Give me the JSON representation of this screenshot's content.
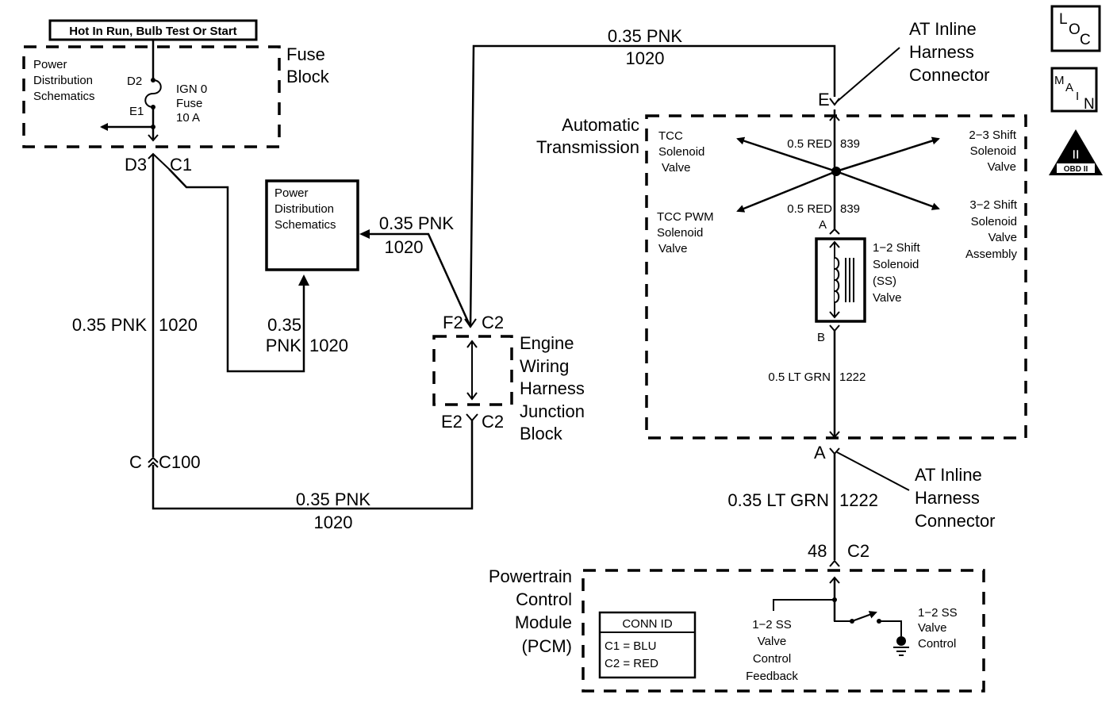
{
  "diagram": {
    "header_label": "Hot In Run, Bulb Test Or Start",
    "fuse_block": {
      "title_line1": "Fuse",
      "title_line2": "Block",
      "pds_line1": "Power",
      "pds_line2": "Distribution",
      "pds_line3": "Schematics",
      "pin_in": "D2",
      "pin_out": "E1",
      "fuse_line1": "IGN 0",
      "fuse_line2": "Fuse",
      "fuse_line3": "10 A",
      "conn_pin": "D3",
      "conn_id": "C1"
    },
    "pds_box": {
      "line1": "Power",
      "line2": "Distribution",
      "line3": "Schematics"
    },
    "wires": {
      "left_vertical": {
        "gauge_color": "0.35 PNK",
        "circuit": "1020"
      },
      "pds_feed": {
        "gauge": "0.35",
        "color": "PNK",
        "circuit": "1020"
      },
      "pds_diag": {
        "gauge_color": "0.35 PNK",
        "circuit": "1020"
      },
      "top_run": {
        "gauge_color": "0.35 PNK",
        "circuit": "1020"
      },
      "bottom_run": {
        "gauge_color": "0.35 PNK",
        "circuit": "1020"
      },
      "red_upper": {
        "gauge_color": "0.5 RED",
        "circuit": "839"
      },
      "red_lower": {
        "gauge_color": "0.5 RED",
        "circuit": "839"
      },
      "grn_inside": {
        "gauge_color": "0.5 LT GRN",
        "circuit": "1222"
      },
      "grn_outside": {
        "gauge_color": "0.35 LT GRN",
        "circuit": "1222"
      }
    },
    "c100": {
      "pin": "C",
      "id": "C100"
    },
    "junction_block": {
      "top_pin": "F2",
      "top_conn": "C2",
      "bottom_pin": "E2",
      "bottom_conn": "C2",
      "line1": "Engine",
      "line2": "Wiring",
      "line3": "Harness",
      "line4": "Junction",
      "line5": "Block"
    },
    "at_inline_top": {
      "pin": "E",
      "line1": "AT Inline",
      "line2": "Harness",
      "line3": "Connector"
    },
    "at_inline_bottom": {
      "pin": "A",
      "line1": "AT Inline",
      "line2": "Harness",
      "line3": "Connector"
    },
    "transmission": {
      "line1": "Automatic",
      "line2": "Transmission",
      "tcc": [
        "TCC",
        "Solenoid",
        "Valve"
      ],
      "tcc_pwm": [
        "TCC PWM",
        "Solenoid",
        "Valve"
      ],
      "shift_23": [
        "2−3 Shift",
        "Solenoid",
        "Valve"
      ],
      "shift_32": [
        "3−2 Shift",
        "Solenoid",
        "Valve",
        "Assembly"
      ],
      "shift_12": [
        "1−2 Shift",
        "Solenoid",
        "(SS)",
        "Valve"
      ],
      "pin_a": "A",
      "pin_b": "B"
    },
    "pcm": {
      "label": [
        "Powertrain",
        "Control",
        "Module",
        "(PCM)"
      ],
      "pin": "48",
      "conn": "C2",
      "conn_id_title": "CONN ID",
      "conn_id_rows": [
        "C1 = BLU",
        "C2 = RED"
      ],
      "feedback": [
        "1−2 SS",
        "Valve",
        "Control",
        "Feedback"
      ],
      "control": [
        "1−2 SS",
        "Valve",
        "Control"
      ]
    },
    "icons": {
      "loc": [
        "L",
        "O",
        "C"
      ],
      "main": [
        "M",
        "A",
        "I",
        "N"
      ],
      "obd_numeral": "II",
      "obd_label": "OBD II"
    }
  }
}
